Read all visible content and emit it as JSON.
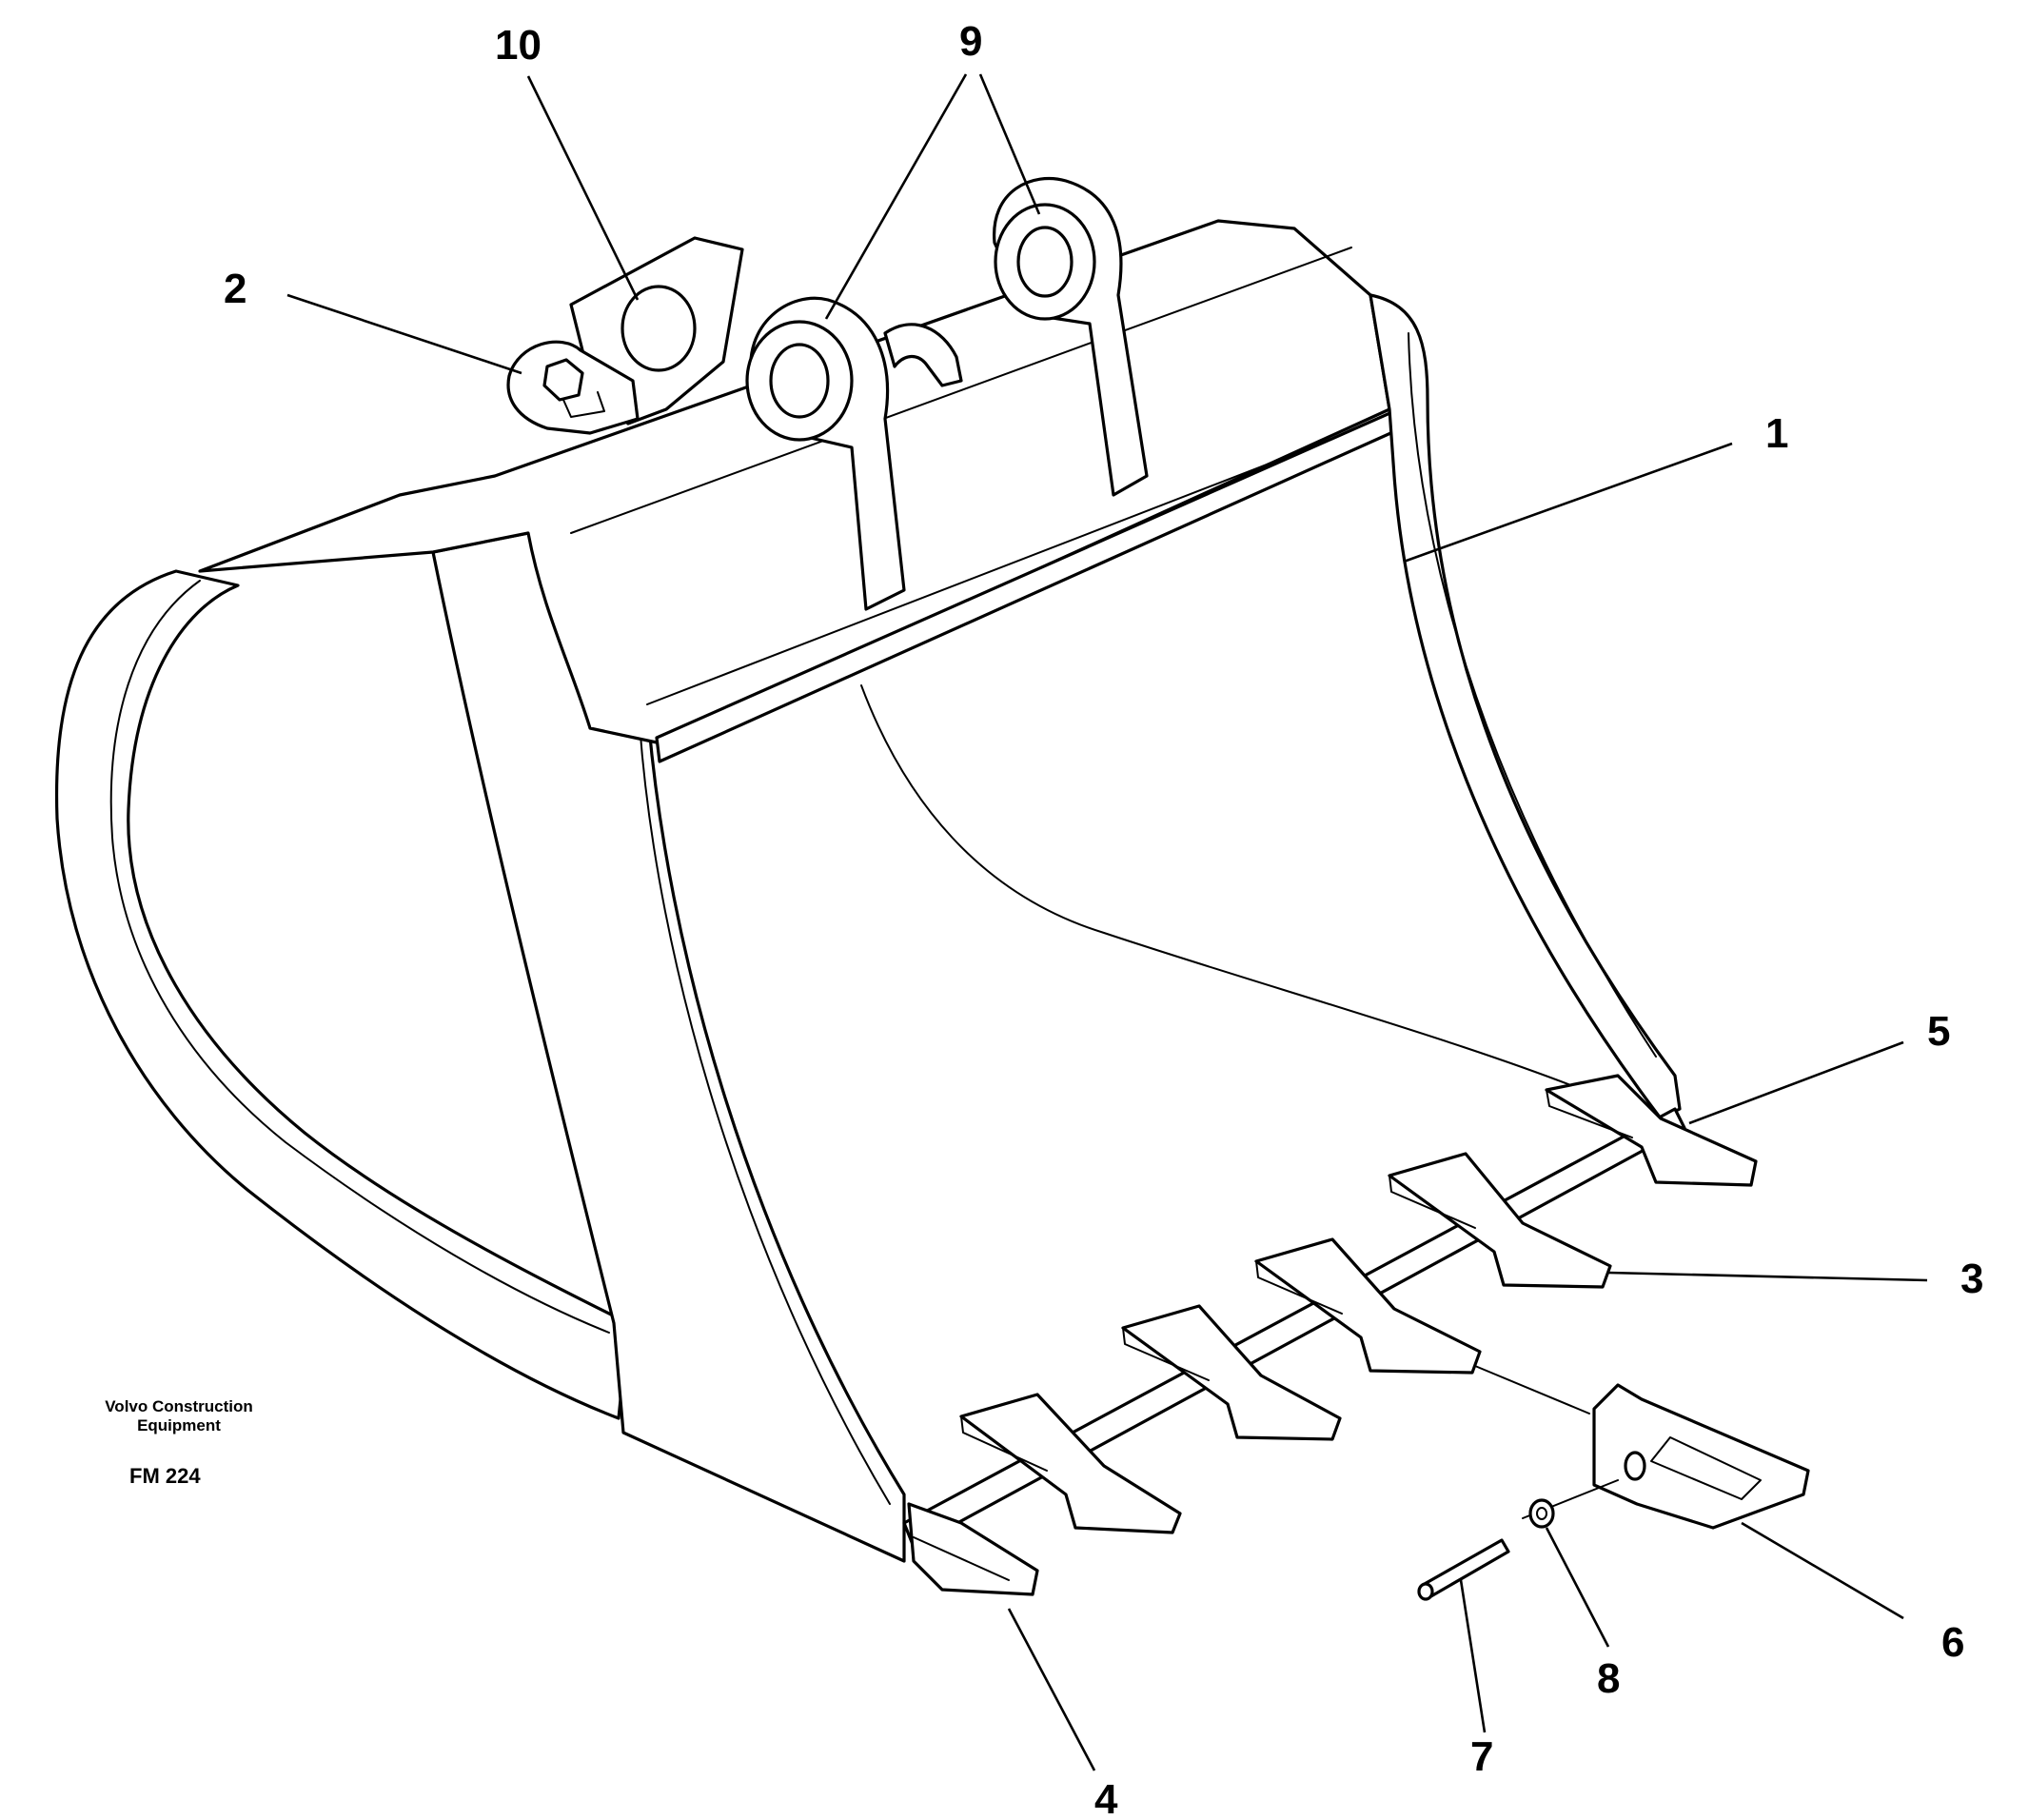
{
  "credit": {
    "line1": "Volvo Construction",
    "line2": "Equipment"
  },
  "figure_code": "FM 224",
  "callouts": [
    {
      "id": "1",
      "label": "1"
    },
    {
      "id": "2",
      "label": "2"
    },
    {
      "id": "3",
      "label": "3"
    },
    {
      "id": "4",
      "label": "4"
    },
    {
      "id": "5",
      "label": "5"
    },
    {
      "id": "6",
      "label": "6"
    },
    {
      "id": "7",
      "label": "7"
    },
    {
      "id": "8",
      "label": "8"
    },
    {
      "id": "9",
      "label": "9"
    },
    {
      "id": "10",
      "label": "10"
    }
  ],
  "colors": {
    "ink": "#000000",
    "paper": "#ffffff"
  }
}
